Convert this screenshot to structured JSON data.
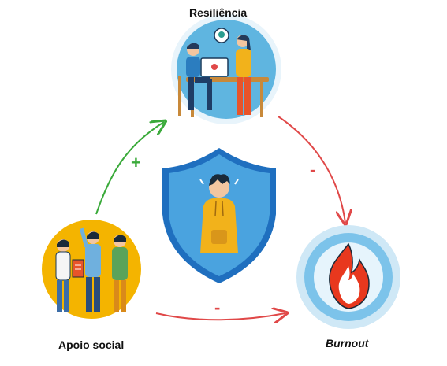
{
  "nodes": {
    "resilience": {
      "label": "Resiliência"
    },
    "social_support": {
      "label": "Apoio social"
    },
    "burnout": {
      "label": "Burnout"
    }
  },
  "edges": [
    {
      "from": "social_support",
      "to": "resilience",
      "sign": "+",
      "color": "#3aaa3a"
    },
    {
      "from": "resilience",
      "to": "burnout",
      "sign": "-",
      "color": "#e04848"
    },
    {
      "from": "social_support",
      "to": "burnout",
      "sign": "-",
      "color": "#e04848"
    }
  ],
  "colors": {
    "circle_blue": "#5fb5e0",
    "circle_yellow": "#f4b400",
    "shield_blue": "#1f6fbf",
    "hoodie_yellow": "#f2b21b",
    "flame_red": "#e8381e",
    "positive": "#3aaa3a",
    "negative": "#e04848"
  },
  "icons": {
    "resilience": "two-people-at-laptop-icon",
    "social_support": "group-of-people-icon",
    "center": "shield-person-icon",
    "burnout": "flame-icon"
  }
}
